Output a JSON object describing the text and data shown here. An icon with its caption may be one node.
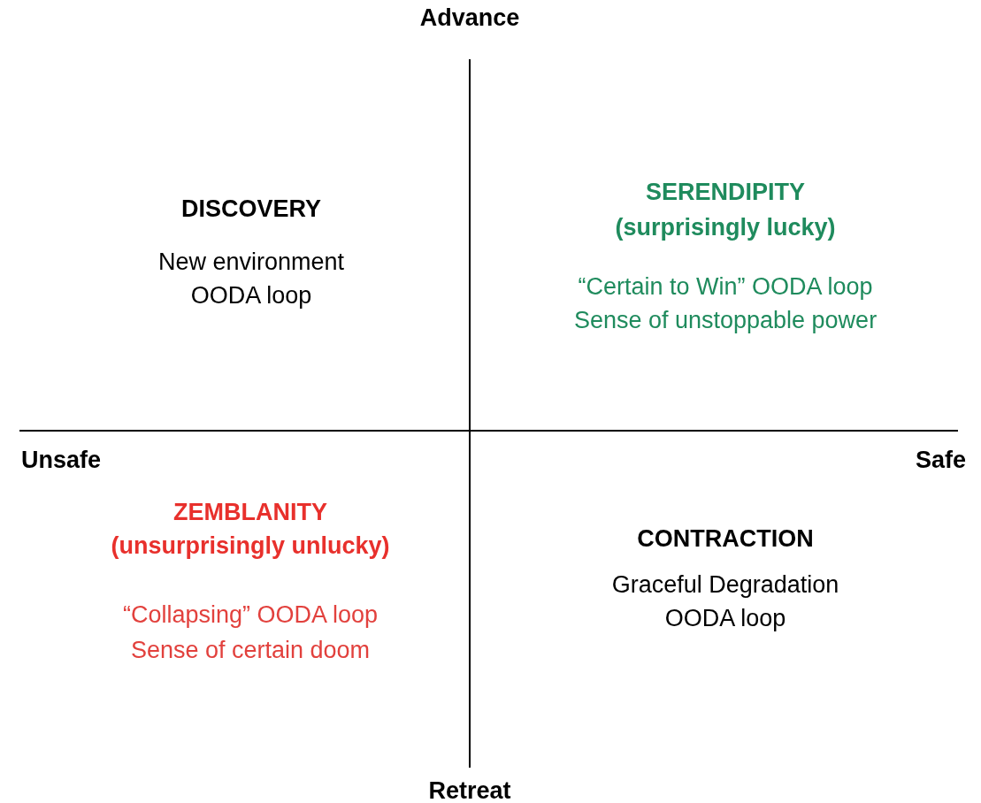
{
  "diagram": {
    "labels": [
      "Advance",
      "DISCOVERY",
      "New environment",
      "OODA loop",
      "SERENDIPITY",
      "(surprisingly lucky)",
      "“Certain to Win” OODA loop",
      "Sense of unstoppable power",
      "Unsafe",
      "Safe",
      "ZEMBLANITY",
      "(unsurprisingly unlucky)",
      "“Collapsing” OODA loop",
      "Sense of certain doom",
      "CONTRACTION",
      "Graceful Degradation",
      "OODA loop",
      "Retreat"
    ]
  }
}
